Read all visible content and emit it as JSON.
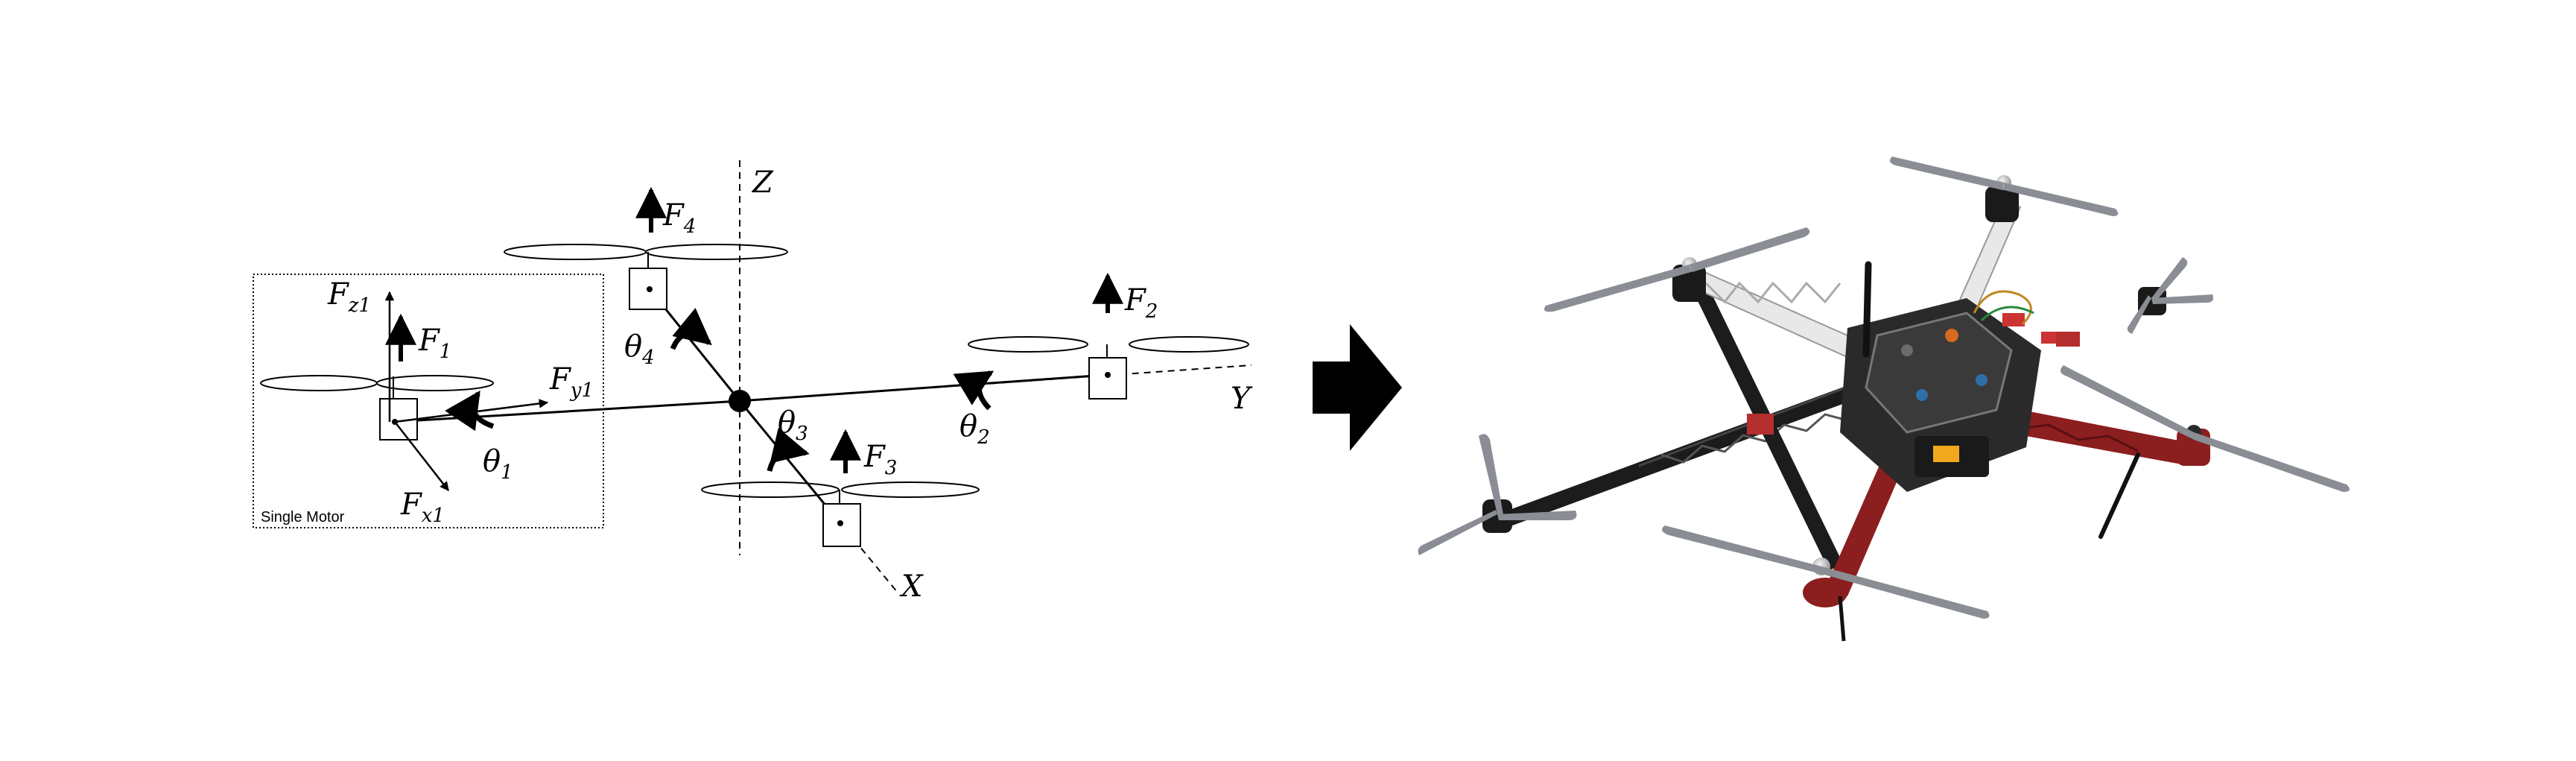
{
  "diagram": {
    "axes": {
      "z": "Z",
      "y": "Y",
      "x": "X"
    },
    "single_motor_box": {
      "caption": "Single Motor",
      "fz_main": "F",
      "fz_sub": "z1",
      "fy_main": "F",
      "fy_sub": "y1",
      "fx_main": "F",
      "fx_sub": "x1",
      "f1_main": "F",
      "f1_sub": "1",
      "theta1_main": "θ",
      "theta1_sub": "1"
    },
    "forces": {
      "f2_main": "F",
      "f2_sub": "2",
      "f3_main": "F",
      "f3_sub": "3",
      "f4_main": "F",
      "f4_sub": "4"
    },
    "angles": {
      "theta2_main": "θ",
      "theta2_sub": "2",
      "theta3_main": "θ",
      "theta3_sub": "3",
      "theta4_main": "θ",
      "theta4_sub": "4"
    },
    "transition_arrow": "right-arrow-icon",
    "photo": "quadcopter-drone-photo",
    "colors": {
      "ink": "#000000",
      "frame_red": "#8b1e1e",
      "frame_white": "#e8e8e8",
      "propeller_gray": "#8a8d93",
      "arm_black": "#1c1c1c"
    }
  }
}
